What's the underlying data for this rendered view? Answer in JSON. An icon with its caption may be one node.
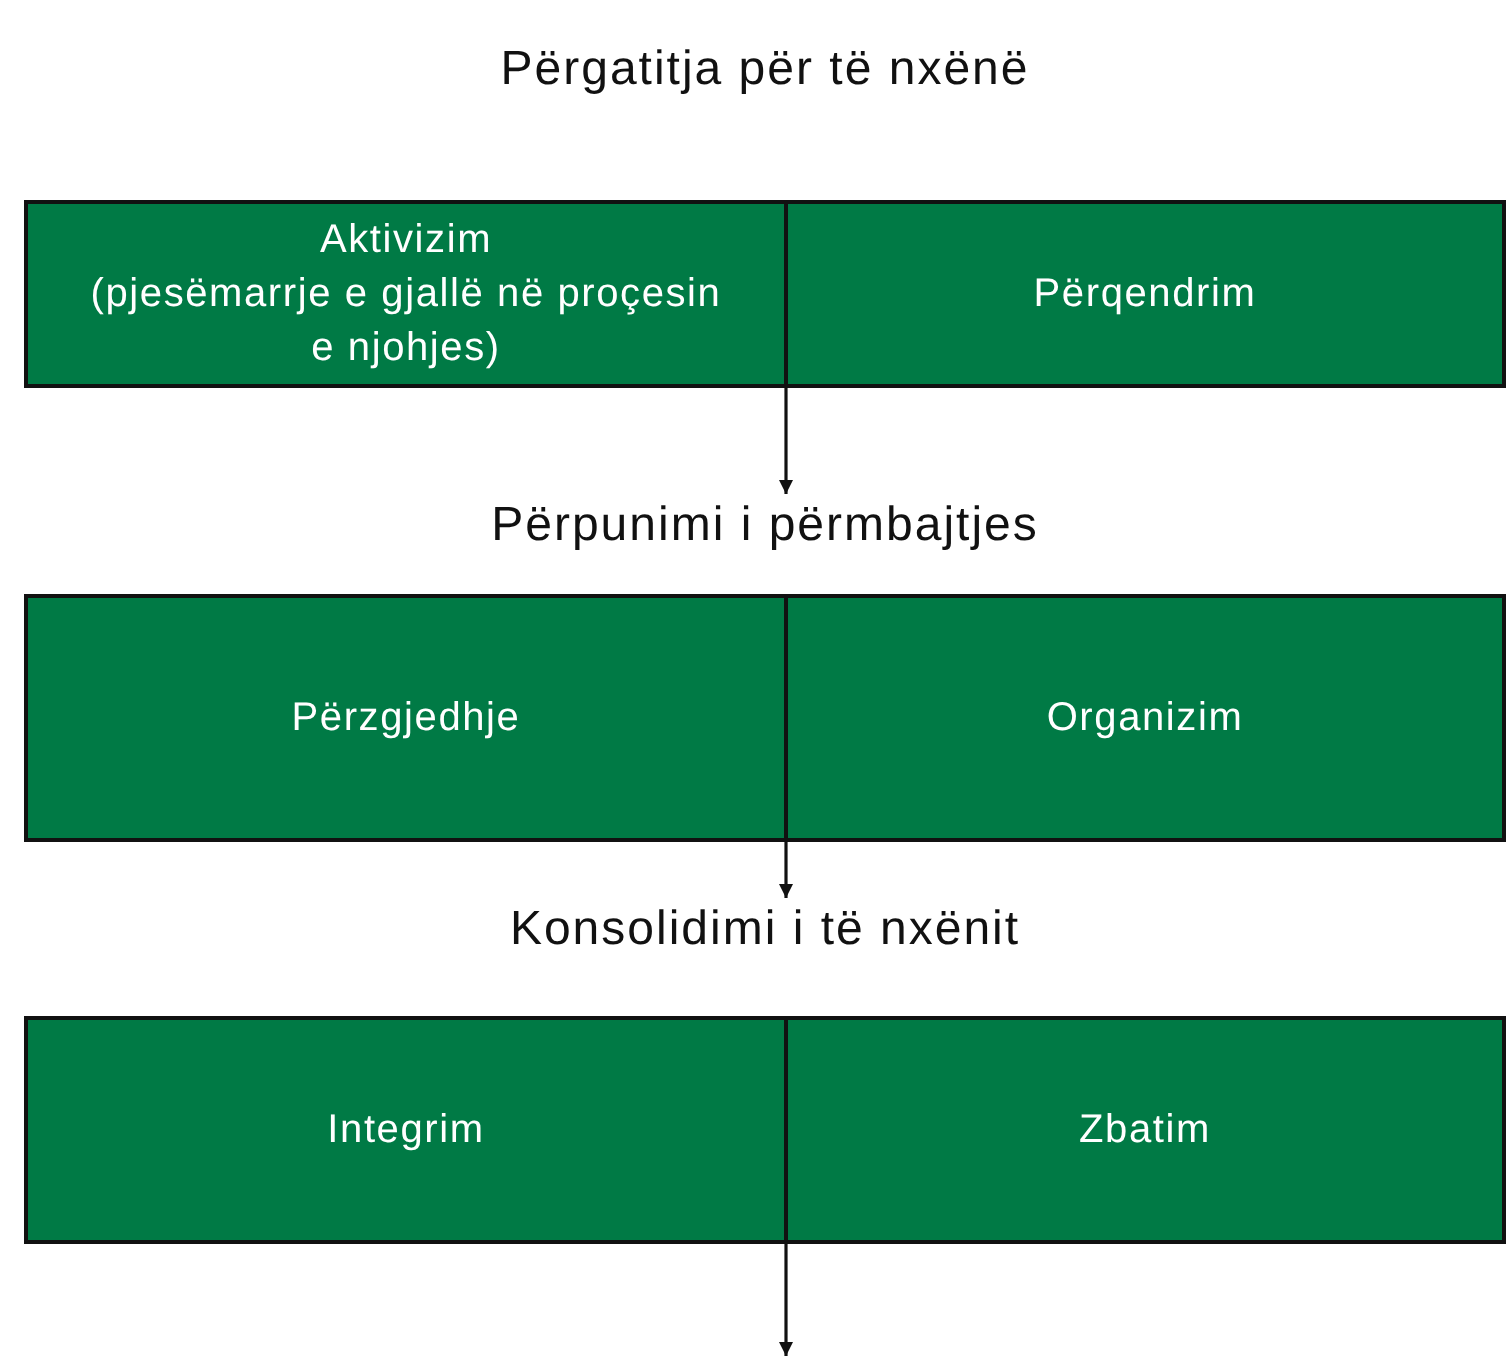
{
  "diagram": {
    "nodes": [
      {
        "text": [
          "Përgatitja për të nxënë"
        ]
      },
      {
        "text": [
          "Aktivizim",
          "(pjesëmarrje e gjallë në proçesin e njohjes)"
        ],
        "in": 0
      },
      {
        "text": [
          "Përqendrim"
        ],
        "in": 0
      },
      {
        "text": [
          "Përpunimi i përmbajtjes"
        ]
      },
      {
        "text": [
          "Përzgjedhje"
        ],
        "in": 3
      },
      {
        "text": [
          "Organizim"
        ],
        "in": 3
      },
      {
        "text": [
          "Konsolidimi i të nxënit"
        ]
      },
      {
        "text": [
          "Integrim"
        ],
        "in": 6
      },
      {
        "text": [
          "Zbatim"
        ],
        "in": 6
      }
    ],
    "edges": [
      {
        "from": 0,
        "to": 3,
        "arrow": "to"
      },
      {
        "from": 3,
        "to": 6,
        "arrow": "to"
      },
      {
        "from": 6,
        "to": null,
        "arrow": "to"
      }
    ]
  }
}
